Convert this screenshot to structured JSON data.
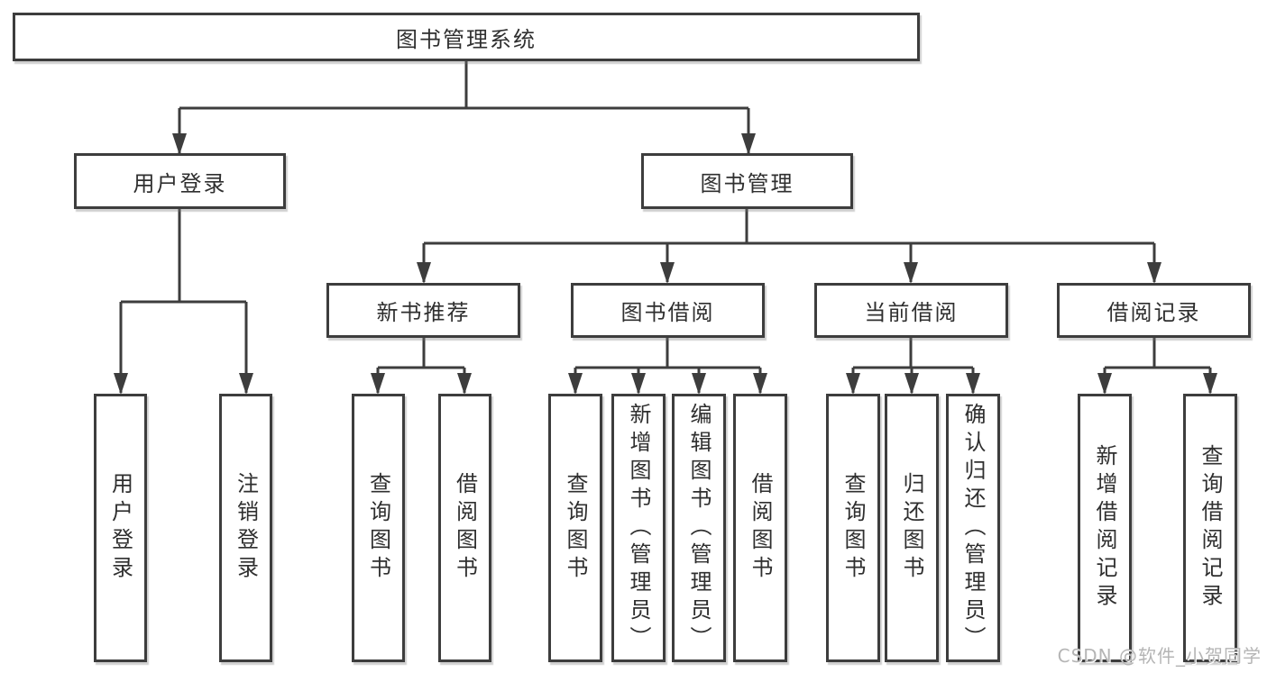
{
  "tree": {
    "root": {
      "label": "图书管理系统"
    },
    "level1": [
      {
        "label": "用户登录",
        "leaves": [
          {
            "label": "用户登录"
          },
          {
            "label": "注销登录"
          }
        ]
      },
      {
        "label": "图书管理",
        "groups": [
          {
            "label": "新书推荐",
            "leaves": [
              {
                "label": "查询图书"
              },
              {
                "label": "借阅图书"
              }
            ]
          },
          {
            "label": "图书借阅",
            "leaves": [
              {
                "label": "查询图书"
              },
              {
                "label": "新增图书（管理员）"
              },
              {
                "label": "编辑图书（管理员）"
              },
              {
                "label": "借阅图书"
              }
            ]
          },
          {
            "label": "当前借阅",
            "leaves": [
              {
                "label": "查询图书"
              },
              {
                "label": "归还图书"
              },
              {
                "label": "确认归还（管理员）"
              }
            ]
          },
          {
            "label": "借阅记录",
            "leaves": [
              {
                "label": "新增借阅记录"
              },
              {
                "label": "查询借阅记录"
              }
            ]
          }
        ]
      }
    ]
  },
  "watermark": {
    "text": "CSDN @软件_小贺同学"
  },
  "colors": {
    "line": "#3d3d3d",
    "text": "#2f2f2f",
    "background": "#ffffff",
    "watermark": "#b5b5b5"
  }
}
